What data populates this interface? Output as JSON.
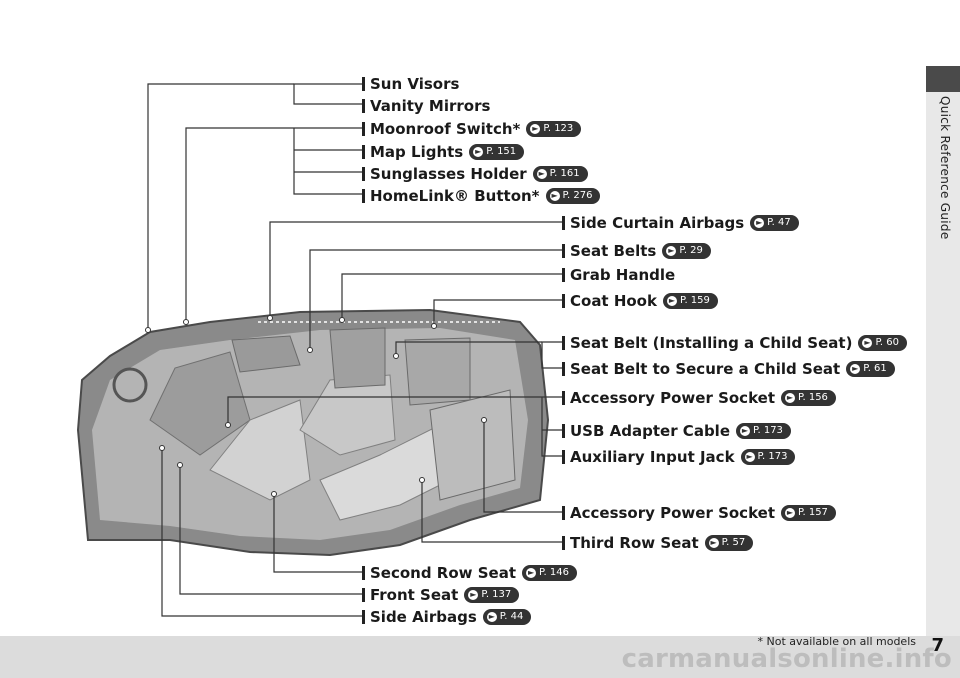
{
  "side_title": "Quick Reference Guide",
  "page_number": "7",
  "footnote": "* Not available on all models",
  "watermark": "carmanualsonline.info",
  "labels": [
    {
      "text": "Sun Visors",
      "ref": ""
    },
    {
      "text": "Vanity Mirrors",
      "ref": ""
    },
    {
      "text": "Moonroof Switch*",
      "ref": "P. 123"
    },
    {
      "text": "Map Lights",
      "ref": "P. 151"
    },
    {
      "text": "Sunglasses Holder",
      "ref": "P. 161"
    },
    {
      "text": "HomeLink® Button*",
      "ref": "P. 276"
    },
    {
      "text": "Side Curtain Airbags",
      "ref": "P. 47"
    },
    {
      "text": "Seat Belts",
      "ref": "P. 29"
    },
    {
      "text": "Grab Handle",
      "ref": ""
    },
    {
      "text": "Coat Hook",
      "ref": "P. 159"
    },
    {
      "text": "Seat Belt (Installing a Child Seat)",
      "ref": "P. 60"
    },
    {
      "text": "Seat Belt to Secure a Child Seat",
      "ref": "P. 61"
    },
    {
      "text": "Accessory Power Socket",
      "ref": "P. 156"
    },
    {
      "text": "USB Adapter Cable",
      "ref": "P. 173"
    },
    {
      "text": "Auxiliary Input Jack",
      "ref": "P. 173"
    },
    {
      "text": "Accessory Power Socket",
      "ref": "P. 157"
    },
    {
      "text": "Third Row Seat",
      "ref": "P. 57"
    },
    {
      "text": "Second Row Seat",
      "ref": "P. 146"
    },
    {
      "text": "Front Seat",
      "ref": "P. 137"
    },
    {
      "text": "Side Airbags",
      "ref": "P. 44"
    }
  ]
}
